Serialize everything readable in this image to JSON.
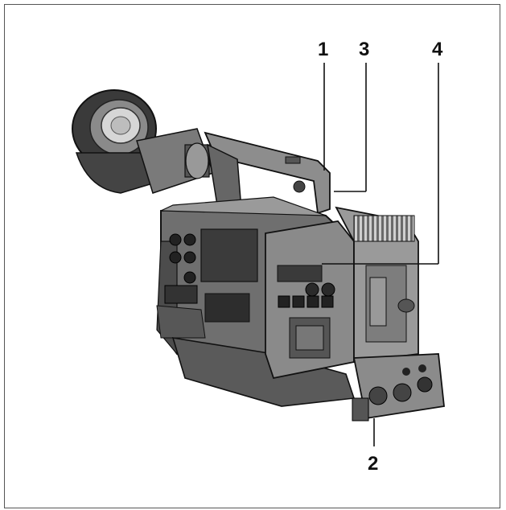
{
  "figure": {
    "subject": "camcorder",
    "callouts": {
      "c1": "1",
      "c2": "2",
      "c3": "3",
      "c4": "4"
    }
  }
}
